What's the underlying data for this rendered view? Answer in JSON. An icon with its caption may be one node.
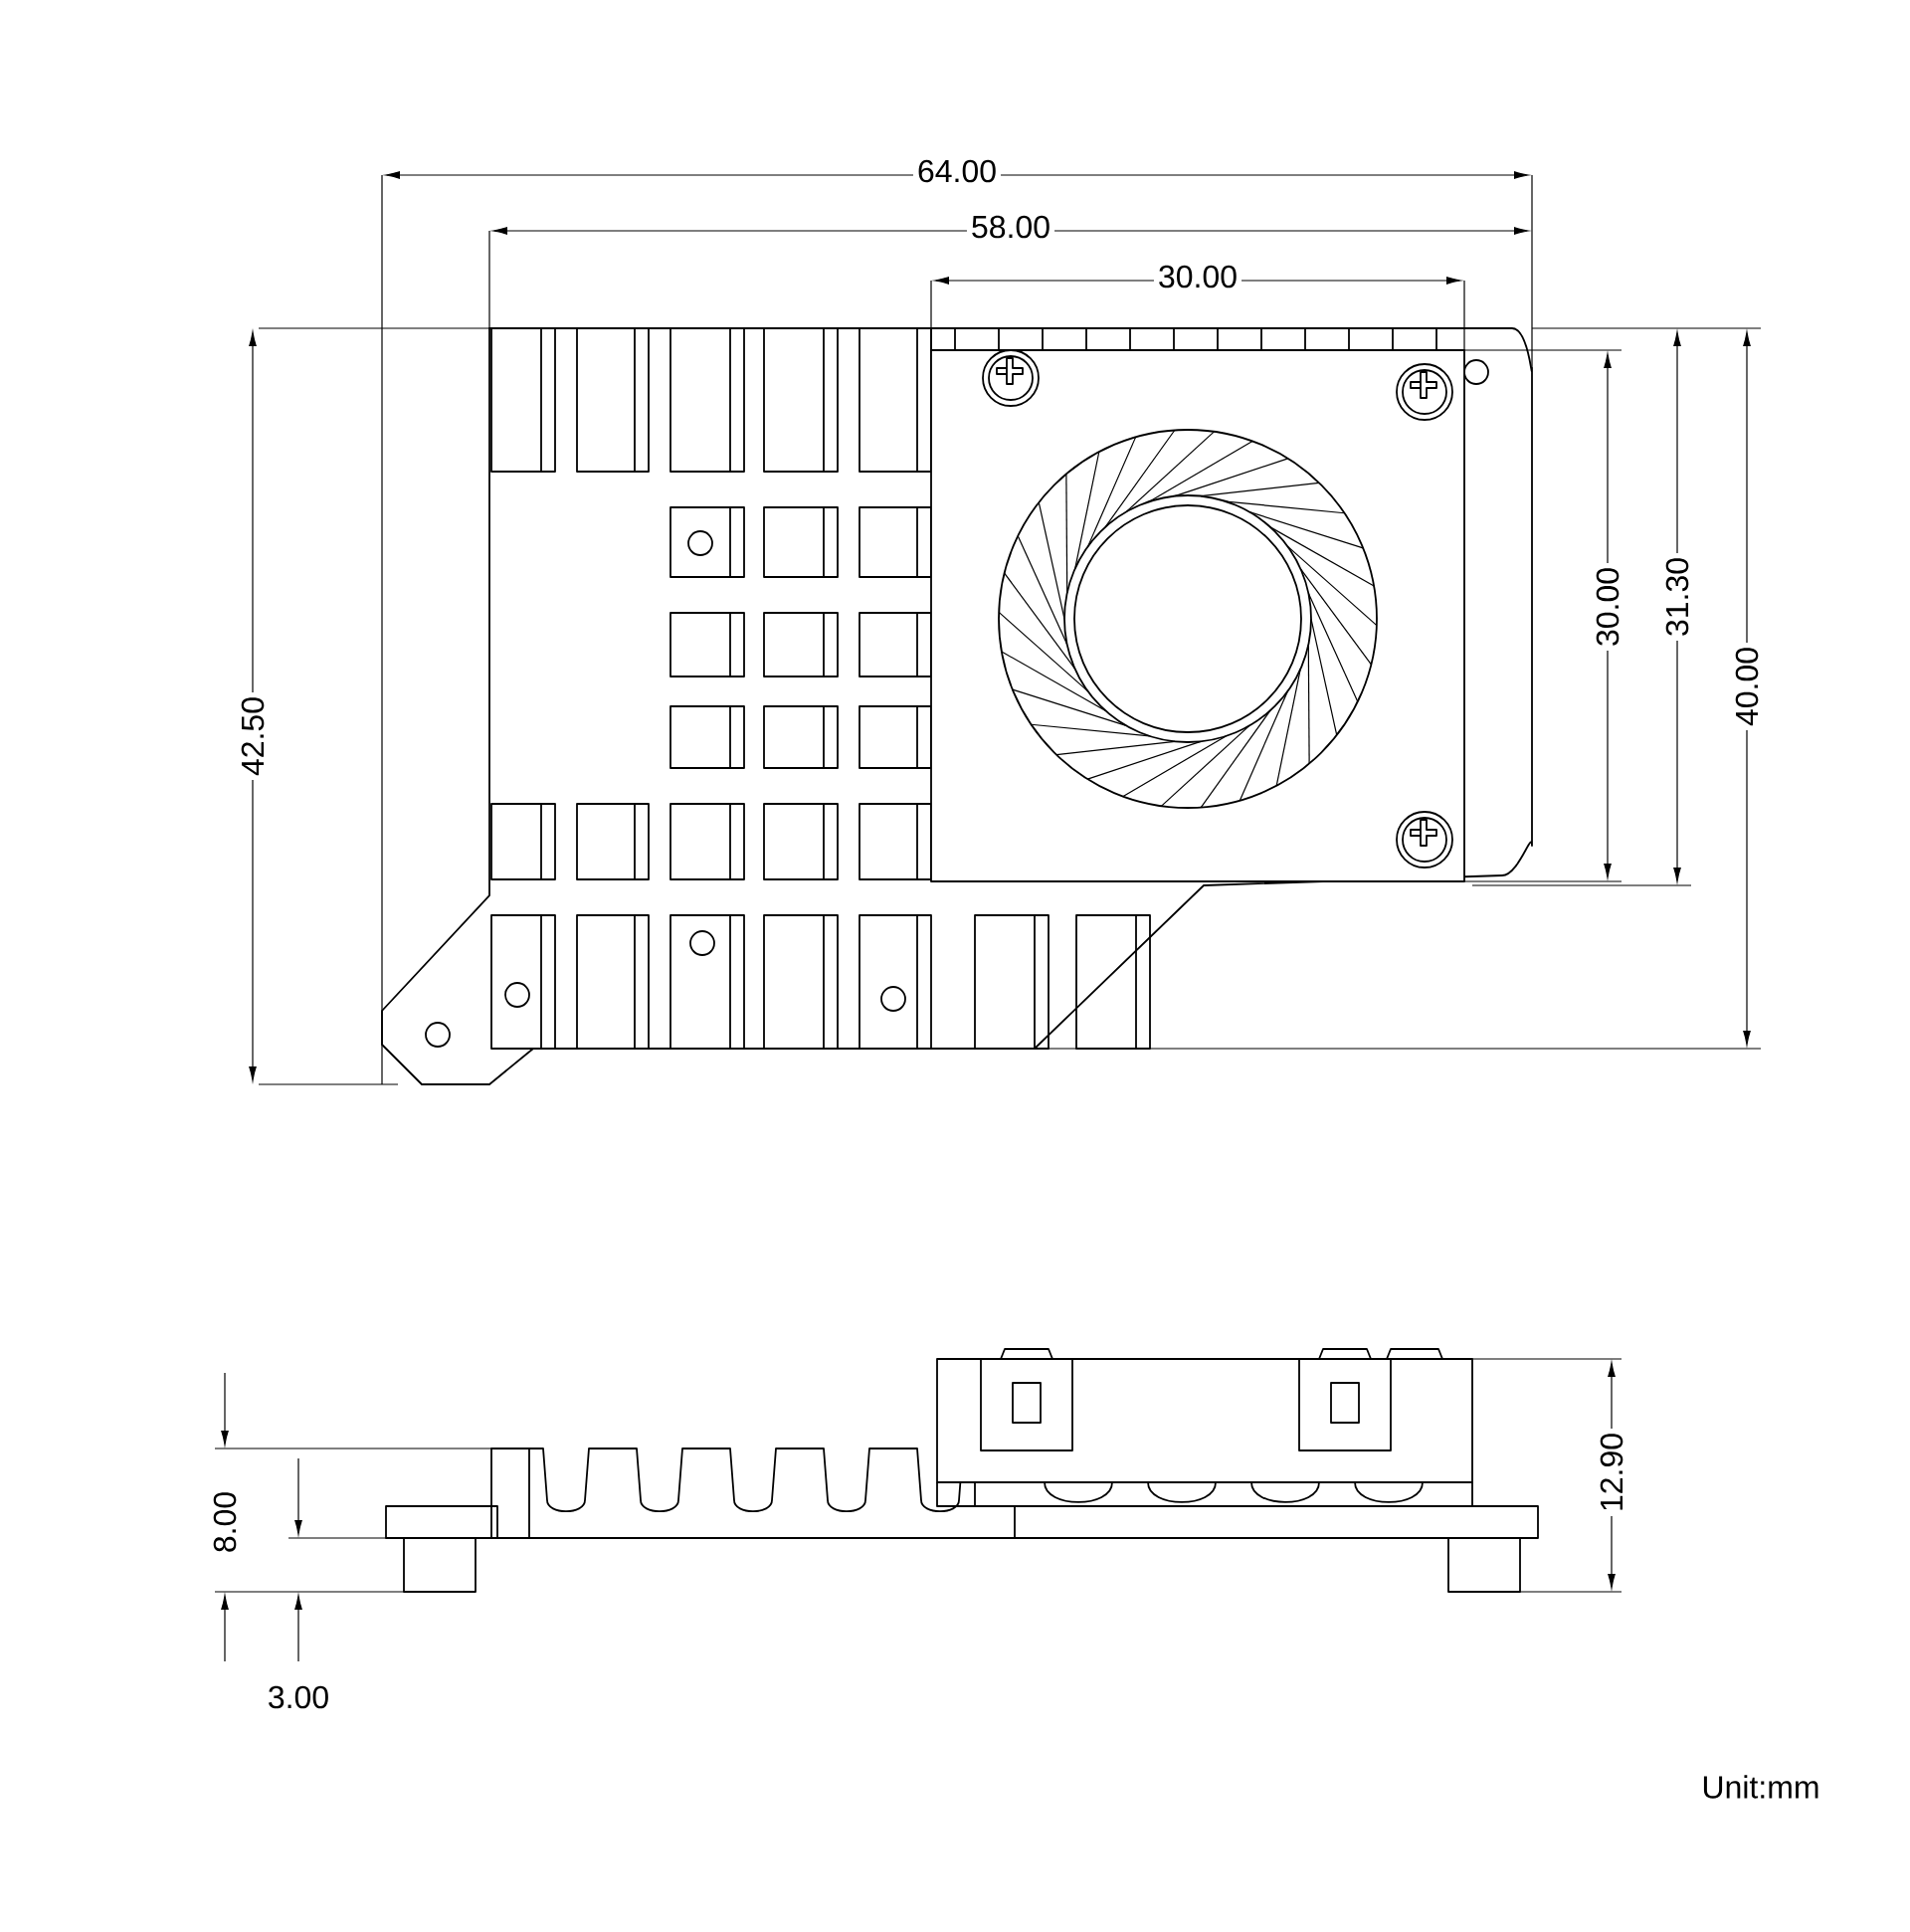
{
  "diagram": {
    "labels": [
      "64.00",
      "58.00",
      "30.00",
      "42.50",
      "30.00",
      "31.30",
      "40.00",
      "8.00",
      "12.90",
      "3.00",
      "Unit:mm"
    ]
  }
}
